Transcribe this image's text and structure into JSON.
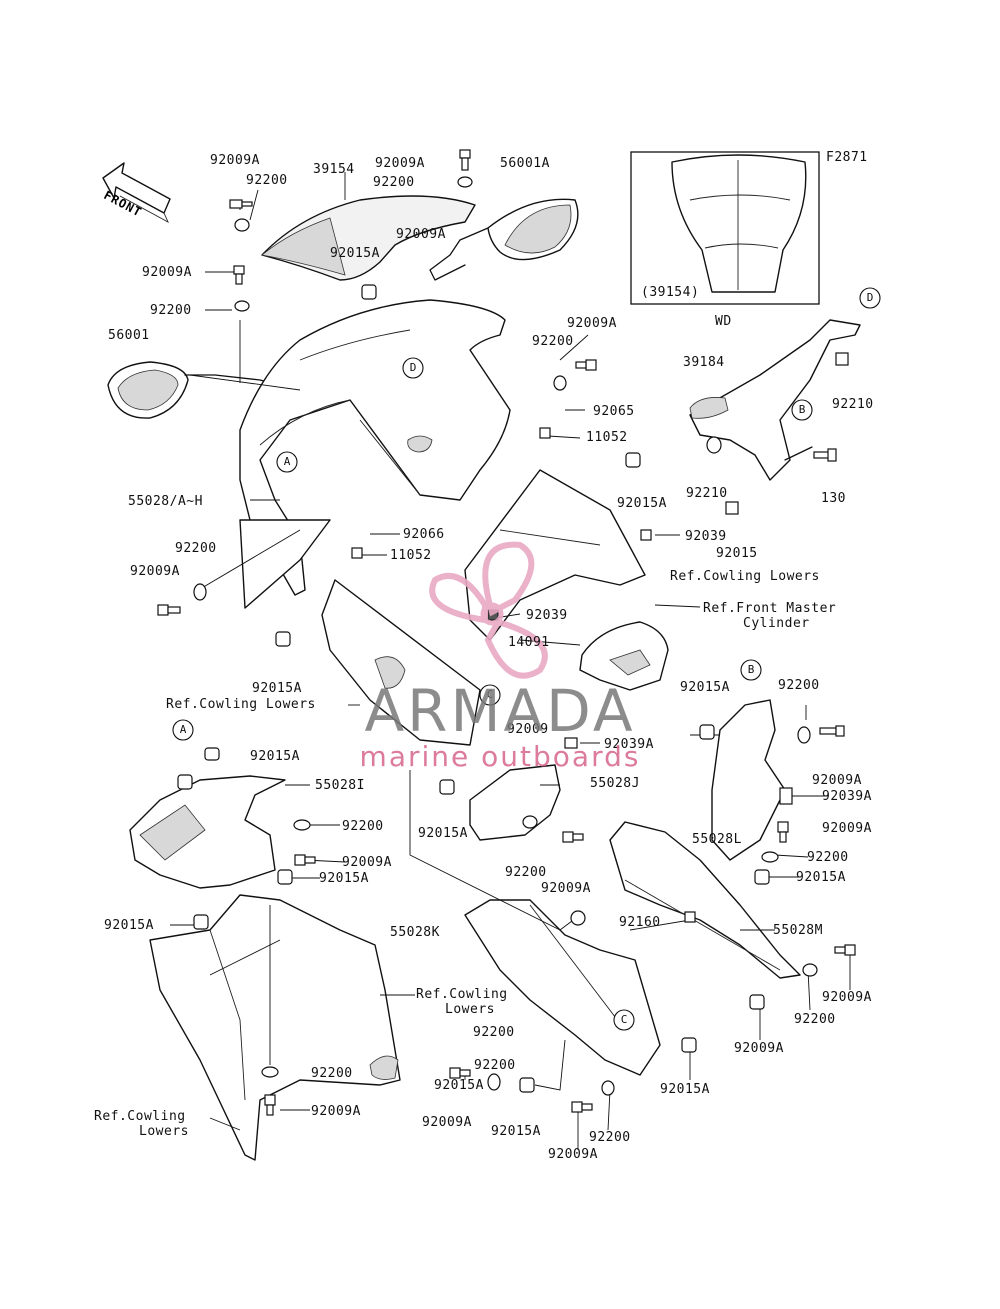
{
  "figure_code": "F2871",
  "front_arrow_text": "FRONT",
  "inset": {
    "part": "(39154)",
    "caption": "WD"
  },
  "watermark": {
    "name": "ARMADA",
    "tagline": "marine outboards",
    "logo_color": "#e8a9c3"
  },
  "markers": [
    "A",
    "A",
    "B",
    "B",
    "C",
    "C",
    "D",
    "D"
  ],
  "labels": [
    "92009A",
    "39154",
    "92009A",
    "56001A",
    "92200",
    "92200",
    "92009A",
    "92015A",
    "92009A",
    "92200",
    "56001",
    "92009A",
    "92200",
    "39184",
    "92065",
    "11052",
    "92210",
    "92015A",
    "92210",
    "130",
    "55028/A~H",
    "92066",
    "11052",
    "92039",
    "92015",
    "92200",
    "92009A",
    "Ref.Cowling Lowers",
    "92039",
    "Ref.Front Master",
    "Cylinder",
    "14091",
    "92015A",
    "Ref.Cowling Lowers",
    "92015A",
    "92200",
    "92009",
    "92039A",
    "92015A",
    "55028I",
    "55028J",
    "92009A",
    "92039A",
    "92200",
    "92015A",
    "55028L",
    "92009A",
    "92009A",
    "92200",
    "92015A",
    "92200",
    "92009A",
    "92015A",
    "92015A",
    "92160",
    "55028K",
    "55028M",
    "92009A",
    "Ref.Cowling",
    "Lowers",
    "92200",
    "92200",
    "92009A",
    "92200",
    "92015A",
    "92009A",
    "92015A",
    "92200",
    "92009A",
    "Ref.Cowling",
    "Lowers",
    "92009A",
    "92015A",
    "92200"
  ]
}
